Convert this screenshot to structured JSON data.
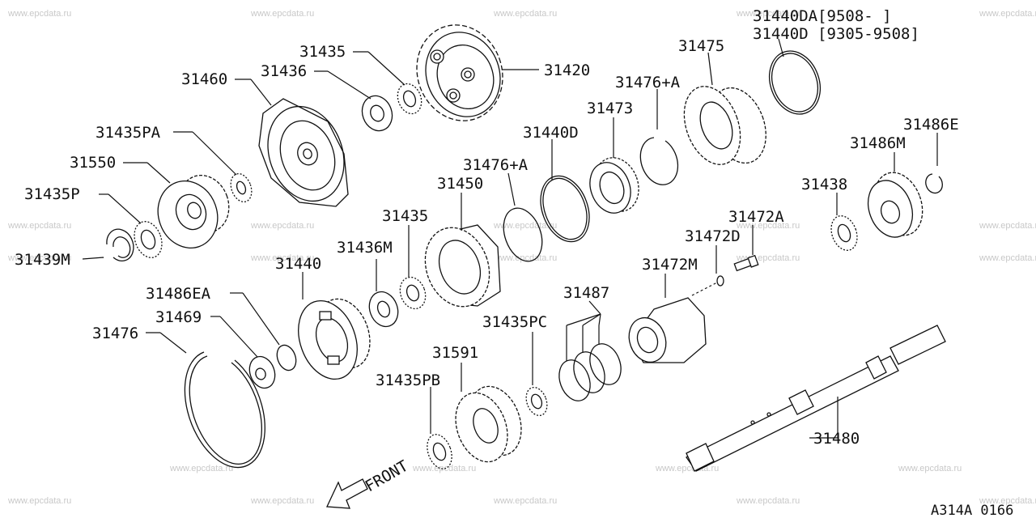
{
  "watermark": "www.epcdata.ru",
  "diagram_code": "A314A 0166",
  "front_label": "FRONT",
  "labels": {
    "l31440DA": "31440DA[9508-    ]",
    "l31440D_range": "31440D [9305-9508]",
    "l31475": "31475",
    "l31476A_top": "31476+A",
    "l31473": "31473",
    "l31420": "31420",
    "l31435_top": "31435",
    "l31436_top": "31436",
    "l31460": "31460",
    "l31435PA": "31435PA",
    "l31550": "31550",
    "l31435P": "31435P",
    "l31439M": "31439M",
    "l31486EA": "31486EA",
    "l31469": "31469",
    "l31476": "31476",
    "l31440": "31440",
    "l31436M": "31436M",
    "l31435_mid": "31435",
    "l31450": "31450",
    "l31476A_mid": "31476+A",
    "l31440D": "31440D",
    "l31486E": "31486E",
    "l31486M": "31486M",
    "l31438": "31438",
    "l31472A": "31472A",
    "l31472D": "31472D",
    "l31472M": "31472M",
    "l31487": "31487",
    "l31435PC": "31435PC",
    "l31591": "31591",
    "l31435PB": "31435PB",
    "l31480": "31480"
  }
}
